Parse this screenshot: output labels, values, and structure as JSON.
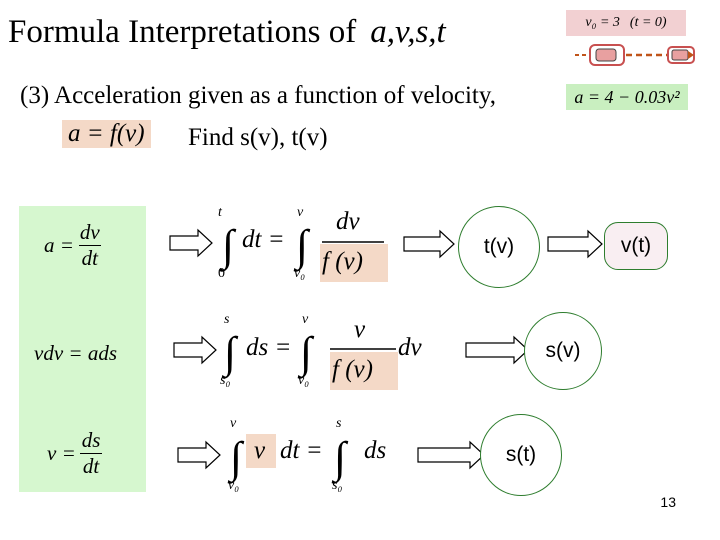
{
  "slide": {
    "title_prefix": "Formula Interpretations of",
    "title_vars": "a,v,s,t",
    "subtitle": "(3) Acceleration given as a function of velocity,",
    "given_function": "a = f(v)",
    "find_text": "Find  s(v), t(v)",
    "initial_condition_v": "v₀ = 3",
    "initial_condition_t": "(t = 0)",
    "accel_equation": "a = 4 − 0.03v²",
    "page_number": "13"
  },
  "left_panel": {
    "eq1": {
      "lhs": "a =",
      "num": "dv",
      "den": "dt"
    },
    "eq2": {
      "text": "vdv = ads"
    },
    "eq3": {
      "lhs": "v =",
      "num": "ds",
      "den": "dt"
    }
  },
  "integrals": {
    "row1": {
      "int1_upper": "t",
      "int1_lower": "0",
      "int1_body": "dt =",
      "int2_upper": "v",
      "int2_lower": "v₀",
      "num": "dv",
      "den": "f (v)"
    },
    "row2": {
      "int1_upper": "s",
      "int1_lower": "s₀",
      "int1_body": "ds =",
      "int2_upper": "v",
      "int2_lower": "v₀",
      "num": "v",
      "den": "f (v)",
      "trail": "dv"
    },
    "row3": {
      "int1_upper": "v",
      "int1_lower": "v₀",
      "int1_v": "v",
      "int1_body": "dt =",
      "int2_upper": "s",
      "int2_lower": "s₀",
      "int2_body": "ds"
    }
  },
  "results": {
    "t_of_v": "t(v)",
    "v_of_t": "v(t)",
    "s_of_v": "s(v)",
    "s_of_t": "s(t)"
  },
  "colors": {
    "green_panel": "#d6f7cf",
    "orange_highlight": "#f4d9c7",
    "circle_border": "#2e7d2e",
    "car_red": "#d9534f",
    "dash_arrow": "#c0541a"
  }
}
